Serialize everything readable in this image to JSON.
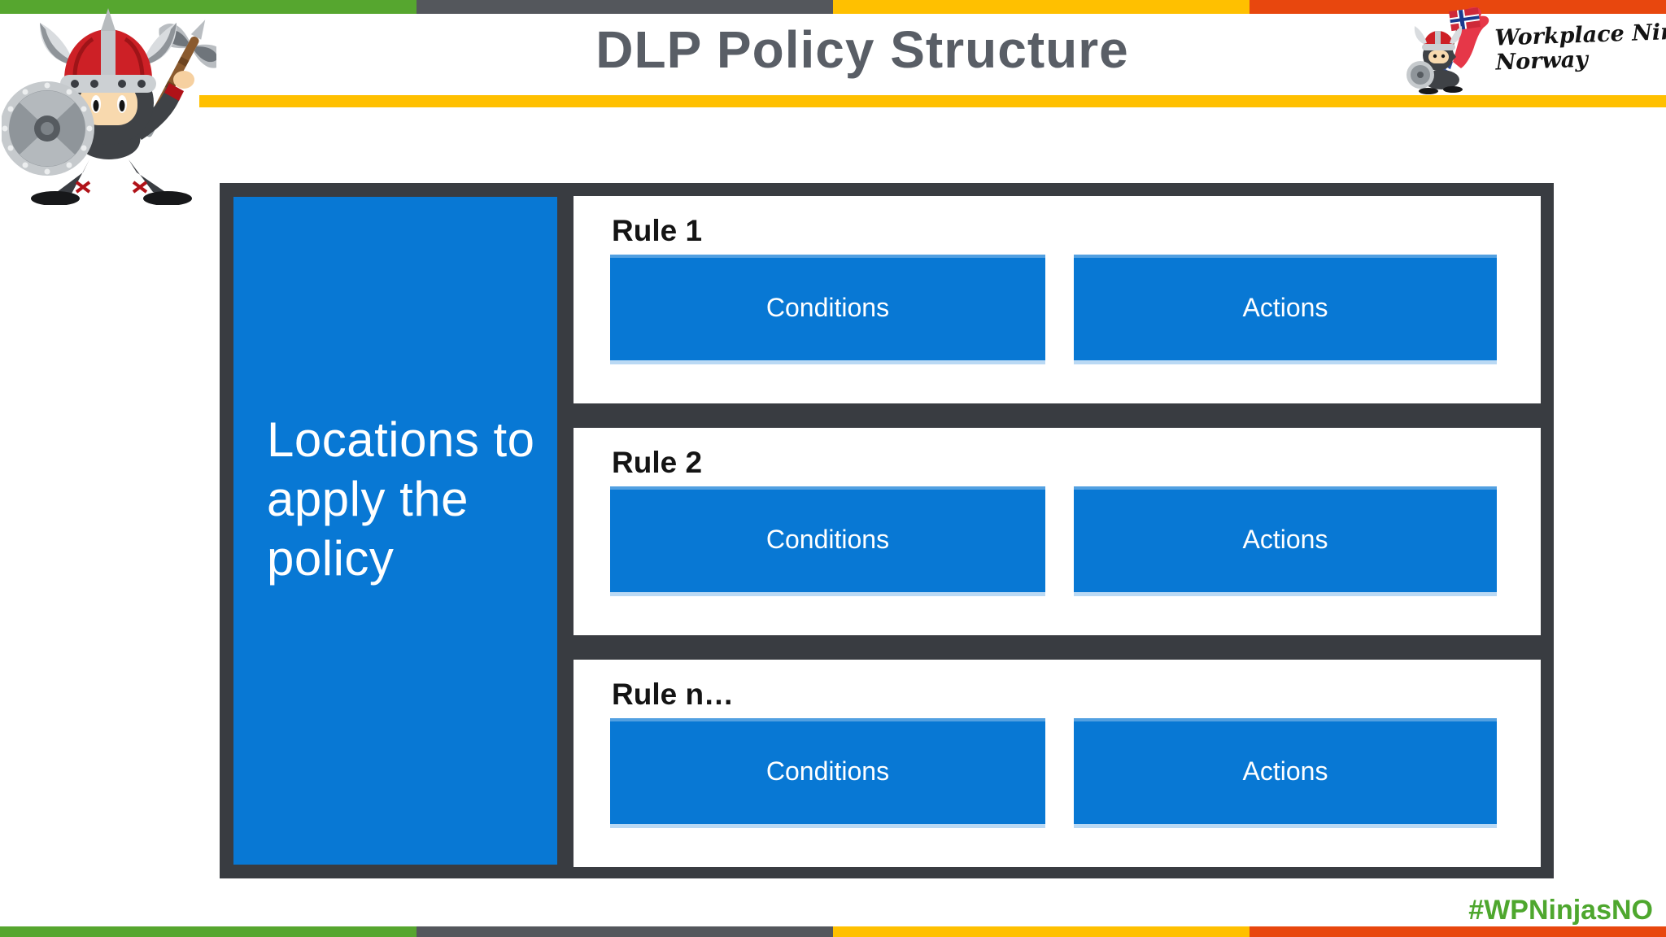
{
  "slide": {
    "title": "DLP Policy Structure",
    "footer_hashtag": "#WPNinjasNO"
  },
  "logo_right": {
    "line1": "Workplace Ninjas",
    "line2": "Norway"
  },
  "diagram": {
    "locations_label": "Locations to\napply the\npolicy",
    "rules": [
      {
        "label": "Rule 1",
        "conditions": "Conditions",
        "actions": "Actions"
      },
      {
        "label": "Rule 2",
        "conditions": "Conditions",
        "actions": "Actions"
      },
      {
        "label": "Rule n…",
        "conditions": "Conditions",
        "actions": "Actions"
      }
    ]
  },
  "colors": {
    "blue": "#0878D4",
    "gold": "#FFC000",
    "bar-green": "#56A62F",
    "bar-gray": "#54575C",
    "bar-red": "#E8470E",
    "frame-dark": "#393C41",
    "title-gray": "#595E66",
    "hashtag-green": "#4EA72E"
  }
}
